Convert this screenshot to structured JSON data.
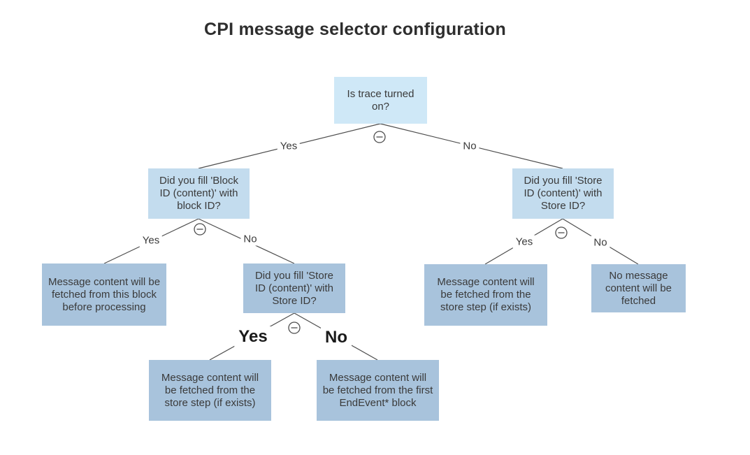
{
  "title": "CPI message selector configuration",
  "colors": {
    "root_fill": "#cfe8f7",
    "branch_fill": "#c3dcee",
    "deep_fill": "#a8c3dc",
    "line_color": "#4d4d4d",
    "text_color": "#3a3a3a",
    "title_color": "#2e2e2e",
    "emphasis_color": "#1a1a1a"
  },
  "icons": {
    "collapse": "circled-minus"
  },
  "nodes": {
    "root": {
      "text": "Is trace turned on?"
    },
    "block_question": {
      "text": "Did you fill 'Block ID (content)' with block ID?"
    },
    "store_question_left": {
      "text": "Did you fill 'Store ID (content)' with Store ID?"
    },
    "store_question_right": {
      "text": "Did you fill 'Store ID (content)' with Store ID?"
    },
    "leaf_block": {
      "text": "Message content will be fetched from this block before processing"
    },
    "leaf_store_left": {
      "text": "Message content will be fetched from the store step (if exists)"
    },
    "leaf_endevent": {
      "text": "Message content will be fetched from the first EndEvent* block"
    },
    "leaf_store_right": {
      "text": "Message content will be fetched from the store step (if exists)"
    },
    "leaf_none": {
      "text": "No message content will be fetched"
    }
  },
  "edge_labels": {
    "root_yes": "Yes",
    "root_no": "No",
    "block_yes": "Yes",
    "block_no": "No",
    "store_left_yes": "Yes",
    "store_left_no": "No",
    "store_right_yes": "Yes",
    "store_right_no": "No"
  }
}
